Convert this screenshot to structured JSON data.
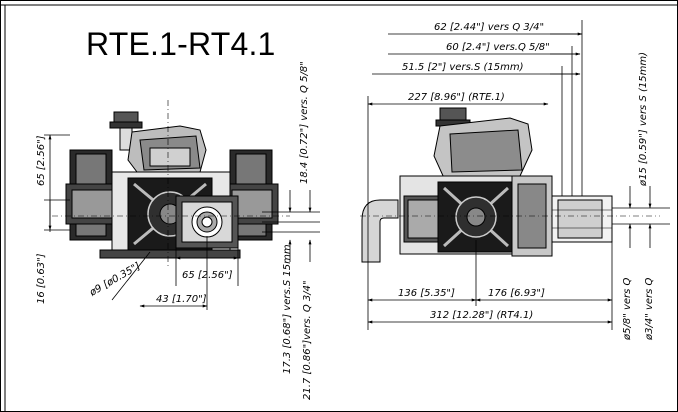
{
  "title": "RTE.1-RT4.1",
  "colors": {
    "line": "#000000",
    "fill_dark": "#1a1a1a",
    "fill_mid": "#6a6a6a",
    "fill_light": "#d9d9d9"
  },
  "front_view": {
    "dims": {
      "h65": "65 [2.56\"]",
      "h16": "16 [0.63\"]",
      "d9": "ø9 [ø0.35\"]",
      "w65": "65 [2.56\"]",
      "w43": "43 [1.70\"]",
      "v18": "18.4 [0.72\"] vers. Q 5/8\"",
      "v17": "17.3 [0.68\"] vers.S 15mm",
      "v21": "21.7 [0.86\"]vers. Q 3/4\""
    }
  },
  "side_view": {
    "dims": {
      "d62": "62 [2.44\"] vers Q 3/4\"",
      "d60": "60 [2.4\"] vers.Q 5/8\"",
      "d51": "51.5 [2\"] vers.S (15mm)",
      "d227": "227 [8.96\"] (RTE.1)",
      "d136": "136 [5.35\"]",
      "d176": "176 [6.93\"]",
      "d312": "312 [12.28\"] (RT4.1)",
      "d15": "ø15 [0.59\"] vers S (15mm)",
      "d58": "ø5/8\" vers Q",
      "d34": "ø3/4\" vers Q"
    }
  }
}
